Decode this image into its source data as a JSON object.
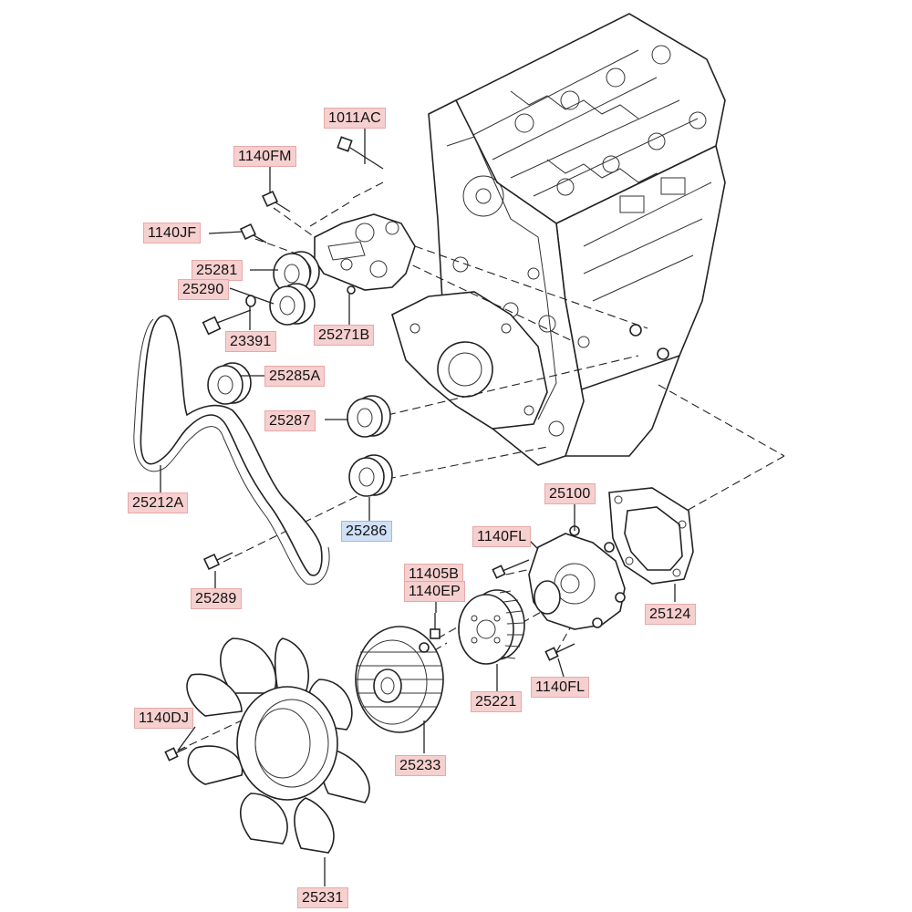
{
  "labels": [
    {
      "id": "p1011AC",
      "text": "1011AC",
      "selected": false
    },
    {
      "id": "p1140FM",
      "text": "1140FM",
      "selected": false
    },
    {
      "id": "p1140JF",
      "text": "1140JF",
      "selected": false
    },
    {
      "id": "p25281",
      "text": "25281",
      "selected": false
    },
    {
      "id": "p25290",
      "text": "25290",
      "selected": false
    },
    {
      "id": "p23391",
      "text": "23391",
      "selected": false
    },
    {
      "id": "p25271B",
      "text": "25271B",
      "selected": false
    },
    {
      "id": "p25285A",
      "text": "25285A",
      "selected": false
    },
    {
      "id": "p25287",
      "text": "25287",
      "selected": false
    },
    {
      "id": "p25212A",
      "text": "25212A",
      "selected": false
    },
    {
      "id": "p25286",
      "text": "25286",
      "selected": true
    },
    {
      "id": "p25289",
      "text": "25289",
      "selected": false
    },
    {
      "id": "p25100",
      "text": "25100",
      "selected": false
    },
    {
      "id": "p1140FL_a",
      "text": "1140FL",
      "selected": false
    },
    {
      "id": "p25124",
      "text": "25124",
      "selected": false
    },
    {
      "id": "p11405B",
      "text": "11405B",
      "selected": false
    },
    {
      "id": "p1140EP",
      "text": "1140EP",
      "selected": false
    },
    {
      "id": "p25221",
      "text": "25221",
      "selected": false
    },
    {
      "id": "p1140FL_b",
      "text": "1140FL",
      "selected": false
    },
    {
      "id": "p1140DJ",
      "text": "1140DJ",
      "selected": false
    },
    {
      "id": "p25233",
      "text": "25233",
      "selected": false
    },
    {
      "id": "p25231",
      "text": "25231",
      "selected": false
    }
  ],
  "colors": {
    "label_bg": "#f6cfcf",
    "label_border": "#e6a9a9",
    "selected_bg": "#cfe0f7",
    "selected_border": "#9fbbe3",
    "line": "#222222"
  }
}
